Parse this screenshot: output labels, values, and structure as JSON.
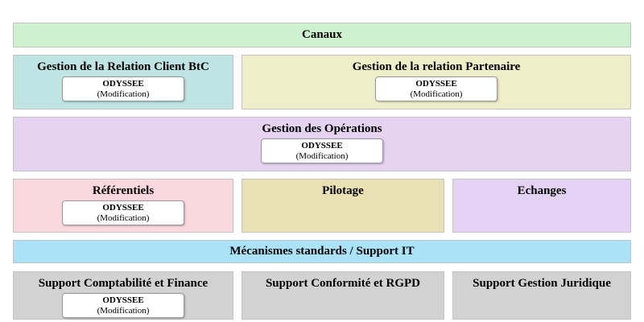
{
  "diagram": {
    "title_hint": "application-capability-map",
    "background": "#ffffff"
  },
  "canaux": {
    "label": "Canaux",
    "bg": "#cdf2cd"
  },
  "client_btc": {
    "label": "Gestion de la Relation Client BtC",
    "bg": "#bfe4e4",
    "app": {
      "name": "ODYSSEE",
      "variant": "(Modification)"
    }
  },
  "partenaire": {
    "label": "Gestion de la relation Partenaire",
    "bg": "#eeeec8",
    "app": {
      "name": "ODYSSEE",
      "variant": "(Modification)"
    }
  },
  "operations": {
    "label": "Gestion des Opérations",
    "bg": "#e5d3f1",
    "app": {
      "name": "ODYSSEE",
      "variant": "(Modification)"
    }
  },
  "referentiels": {
    "label": "Référentiels",
    "bg": "#fbd8de",
    "app": {
      "name": "ODYSSEE",
      "variant": "(Modification)"
    }
  },
  "pilotage": {
    "label": "Pilotage",
    "bg": "#e9e1b4"
  },
  "echanges": {
    "label": "Echanges",
    "bg": "#e3d2f4"
  },
  "mecanismes": {
    "label": "Mécanismes standards / Support IT",
    "bg": "#aae2f8"
  },
  "compta": {
    "label": "Support Comptabilité et Finance",
    "bg": "#d2d2d2",
    "app": {
      "name": "ODYSSEE",
      "variant": "(Modification)"
    }
  },
  "conformite": {
    "label": "Support Conformité et RGPD",
    "bg": "#d2d2d2"
  },
  "juridique": {
    "label": "Support Gestion Juridique",
    "bg": "#d2d2d2"
  }
}
